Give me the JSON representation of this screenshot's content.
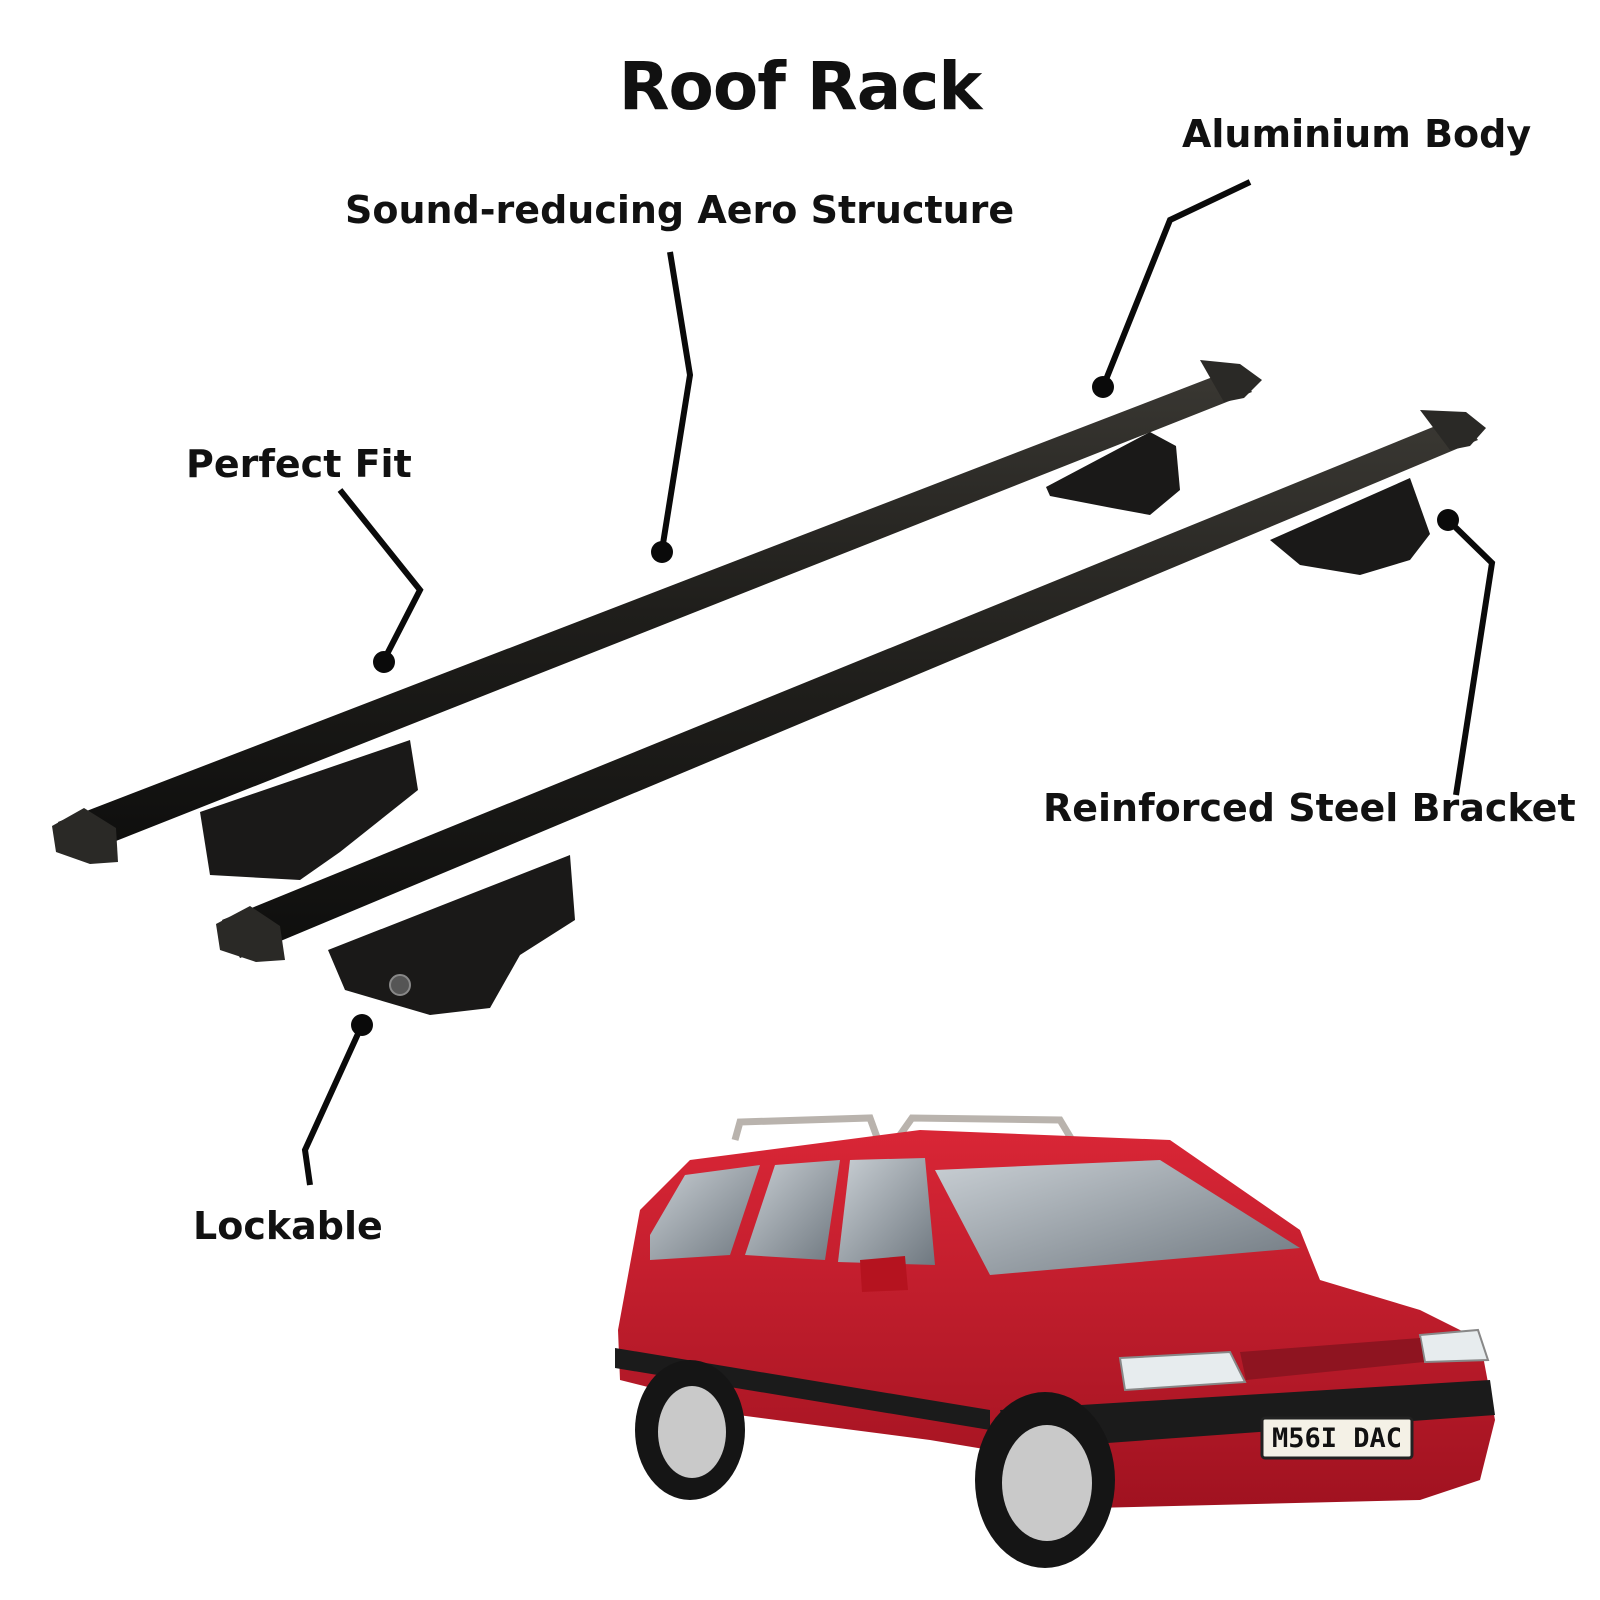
{
  "title": "Roof Rack",
  "features": {
    "aluminium_body": "Aluminium Body",
    "aero_structure": "Sound-reducing Aero Structure",
    "perfect_fit": "Perfect Fit",
    "steel_bracket": "Reinforced Steel Bracket",
    "lockable": "Lockable"
  },
  "car": {
    "plate": "M56I DAC"
  },
  "colors": {
    "bar": "#1f1e1b",
    "car_body": "#c8192a",
    "text": "#111111"
  }
}
